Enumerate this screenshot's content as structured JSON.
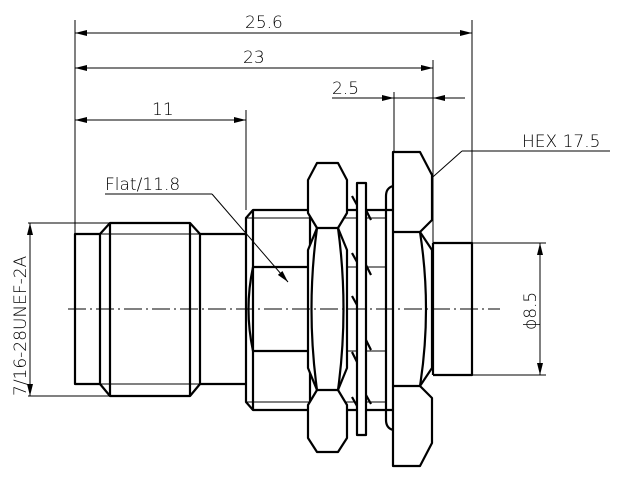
{
  "dimensions": {
    "overall_length": "25.6",
    "length_to_panel": "23",
    "front_length": "11",
    "flange_thickness": "2.5",
    "hex_size": "HEX  17.5",
    "flat": "Flat/11.8",
    "thread": "7/16-28UNEF-2A",
    "rear_diameter": "ϕ8.5"
  },
  "colors": {
    "line": "#000000",
    "background": "#ffffff"
  }
}
